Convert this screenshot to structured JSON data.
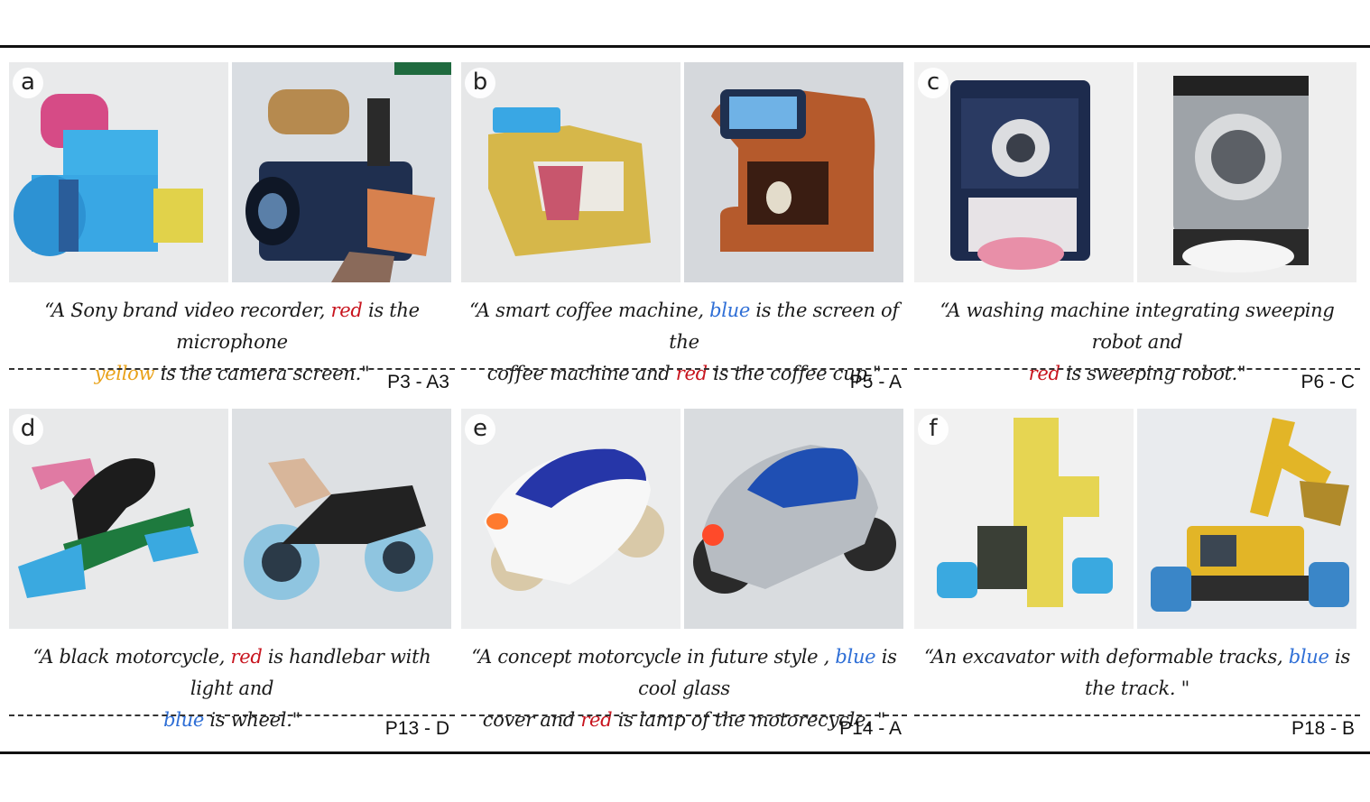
{
  "panels": [
    {
      "letter": "a",
      "caption": {
        "q1": "“A Sony brand video recorder, ",
        "hl1": "red",
        "t2": " is the microphone",
        "hl2": "yellow",
        "t3": " is the camera screen.\""
      },
      "participant": "P3 - A3",
      "icons": {
        "left": "foam-video-recorder-prototype",
        "right": "sony-video-recorder-render"
      },
      "colors": {
        "hl1": "#c8141e",
        "hl2": "#e9a21a"
      }
    },
    {
      "letter": "b",
      "caption": {
        "q1": "“A smart coffee machine, ",
        "hl1": "blue",
        "t2": " is the screen of the",
        "t2b": "coffee machine and ",
        "hl2": "red",
        "t3": " is the coffee cup.\""
      },
      "participant": "P5 - A",
      "icons": {
        "left": "foam-coffee-machine-prototype",
        "right": "copper-coffee-machine-render"
      },
      "colors": {
        "hl1": "#2f6fd6",
        "hl2": "#c8141e"
      }
    },
    {
      "letter": "c",
      "caption": {
        "q1": "“A washing machine integrating sweeping robot and",
        "hl1": "red",
        "t2": " is sweeping robot.\""
      },
      "participant": "P6 - C",
      "icons": {
        "left": "washing-machine-prototype",
        "right": "washing-machine-robot-render"
      },
      "colors": {
        "hl1": "#c8141e"
      }
    },
    {
      "letter": "d",
      "caption": {
        "q1": "“A black motorcycle, ",
        "hl1": "red",
        "t2": " is handlebar with light and",
        "hl2": "blue",
        "t3": " is wheel.\""
      },
      "participant": "P13 - D",
      "icons": {
        "left": "stapler-motorcycle-prototype",
        "right": "black-motorcycle-render"
      },
      "colors": {
        "hl1": "#c8141e",
        "hl2": "#2f6fd6"
      }
    },
    {
      "letter": "e",
      "caption": {
        "q1": "“A concept motorcycle in future style , ",
        "hl1": "blue",
        "t2": " is cool glass",
        "t2b": "cover and ",
        "hl2": "red",
        "t3": " is lamp of the motorecycle. \""
      },
      "participant": "P14 - A",
      "icons": {
        "left": "foam-concept-motorcycle-prototype",
        "right": "silver-concept-motorcycle-render"
      },
      "colors": {
        "hl1": "#2f6fd6",
        "hl2": "#c8141e"
      }
    },
    {
      "letter": "f",
      "caption": {
        "q1": "“An excavator with deformable tracks, ",
        "hl1": "blue",
        "t2": " is",
        "t3": "the track. \""
      },
      "participant": "P18 - B",
      "icons": {
        "left": "foam-excavator-prototype",
        "right": "yellow-excavator-render"
      },
      "colors": {
        "hl1": "#2f6fd6"
      }
    }
  ]
}
